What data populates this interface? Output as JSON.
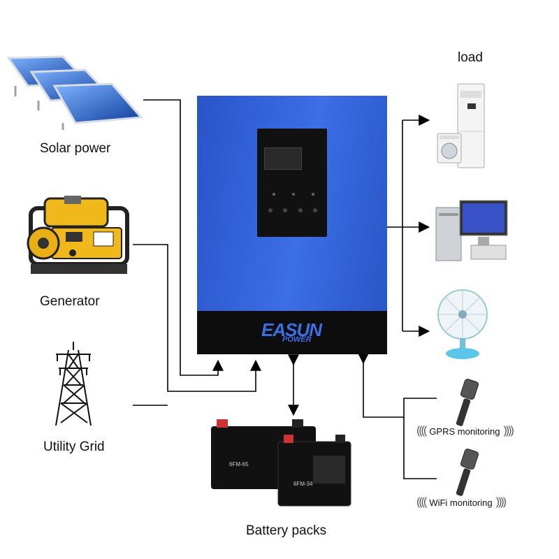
{
  "sources": {
    "solar": "Solar power",
    "generator": "Generator",
    "grid": "Utility Grid"
  },
  "load_title": "load",
  "battery": {
    "label": "Battery packs",
    "model_large": "6FM-65",
    "model_small": "6FM-34"
  },
  "inverter": {
    "brand_top": "EASUN",
    "brand_bottom": "POWER",
    "accent": "#2f5fd6"
  },
  "monitoring": {
    "gprs": "GPRS monitoring",
    "wifi": "WiFi monitoring"
  },
  "icons": [
    "solar-panel-icon",
    "generator-icon",
    "power-tower-icon",
    "air-conditioner-icon",
    "washing-machine-icon",
    "computer-icon",
    "fan-icon",
    "battery-icon",
    "monitoring-dongle-icon"
  ]
}
